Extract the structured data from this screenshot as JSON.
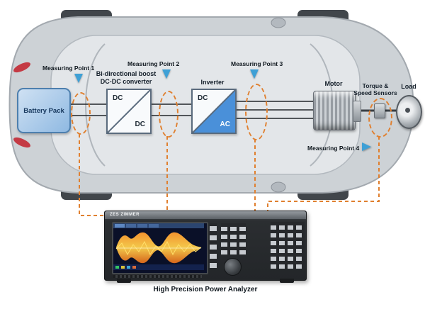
{
  "colors": {
    "accent_orange": "#E08030",
    "marker_blue": "#3EA0D6",
    "inverter_blue": "#4A90D9",
    "battery_fill": "#A9CCEA"
  },
  "car": {
    "components": {
      "battery": {
        "label": "Battery Pack"
      },
      "dcdc": {
        "title_line1": "Bi-directional boost",
        "title_line2": "DC-DC converter",
        "input_label": "DC",
        "output_label": "DC"
      },
      "inverter": {
        "title": "Inverter",
        "input_label": "DC",
        "output_label": "AC"
      },
      "motor": {
        "label": "Motor"
      },
      "sensors": {
        "label_line1": "Torque &",
        "label_line2": "Speed Sensors"
      },
      "load": {
        "label": "Load"
      }
    }
  },
  "measuring_points": [
    {
      "label": "Measuring Point 1"
    },
    {
      "label": "Measuring Point 2"
    },
    {
      "label": "Measuring Point 3"
    },
    {
      "label": "Measuring Point 4"
    }
  ],
  "analyzer": {
    "brand": "ZES ZIMMER",
    "caption": "High Precision Power Analyzer"
  }
}
